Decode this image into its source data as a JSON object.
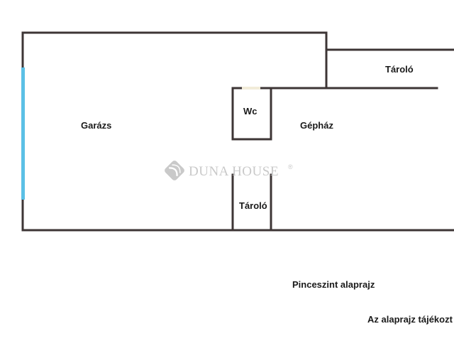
{
  "rooms": {
    "garage": "Garázs",
    "storage_top": "Tároló",
    "wc": "Wc",
    "machine_room": "Gépház",
    "storage_bottom": "Tároló"
  },
  "caption": "Pinceszint alaprajz",
  "disclaimer": "Az alaprajz tájékozt",
  "watermark": {
    "brand": "DUNA HOUSE",
    "registered_mark": "®"
  },
  "colors": {
    "wall": "#3d3535",
    "window": "#5bc0e6",
    "door_opening": "#f2ecd9",
    "watermark": "#c9c9c9"
  }
}
